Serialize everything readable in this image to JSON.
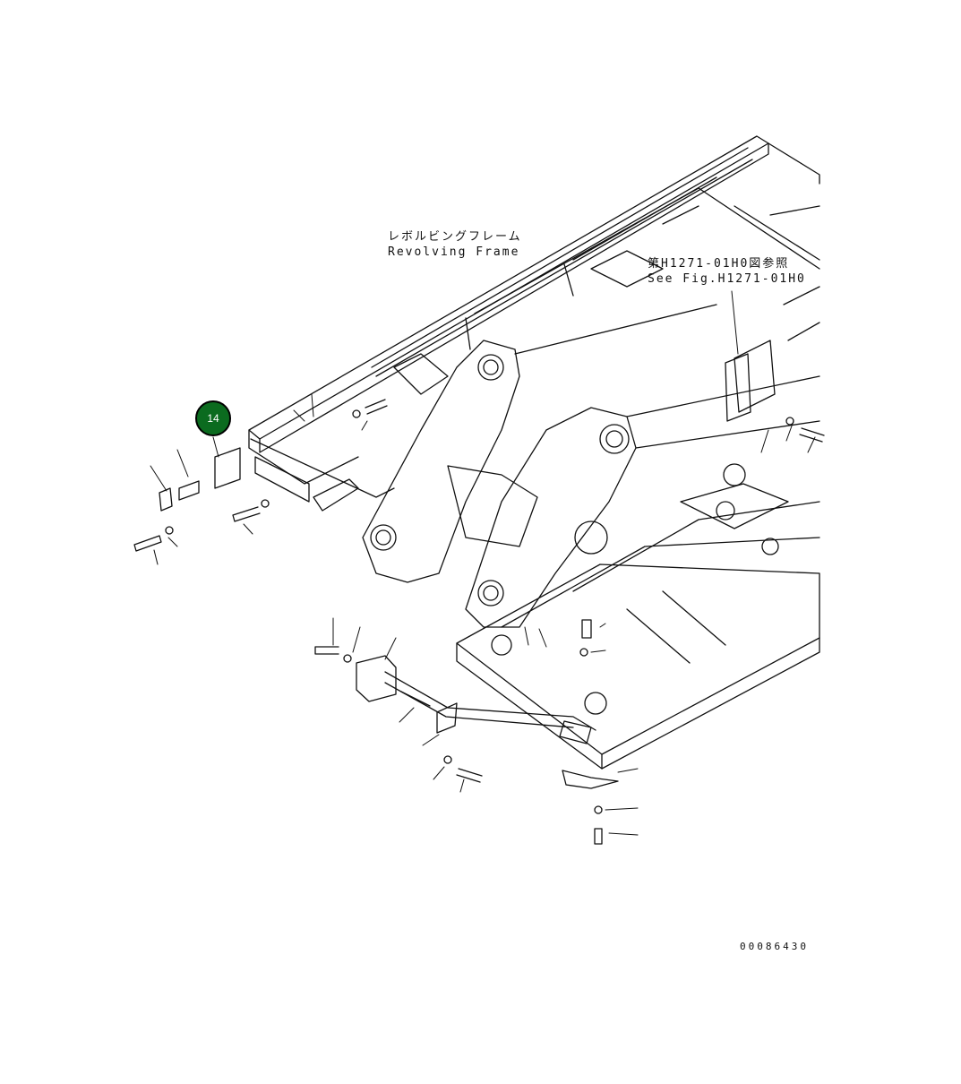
{
  "labels": {
    "revolving_frame_jp": "レボルビングフレーム",
    "revolving_frame_en": "Revolving Frame",
    "see_fig_jp": "第H1271-01H0図参照",
    "see_fig_en": "See Fig.H1271-01H0",
    "drawing_number": "00086430"
  },
  "callouts": [
    {
      "number": "14",
      "color": "#0b6b1f"
    }
  ]
}
